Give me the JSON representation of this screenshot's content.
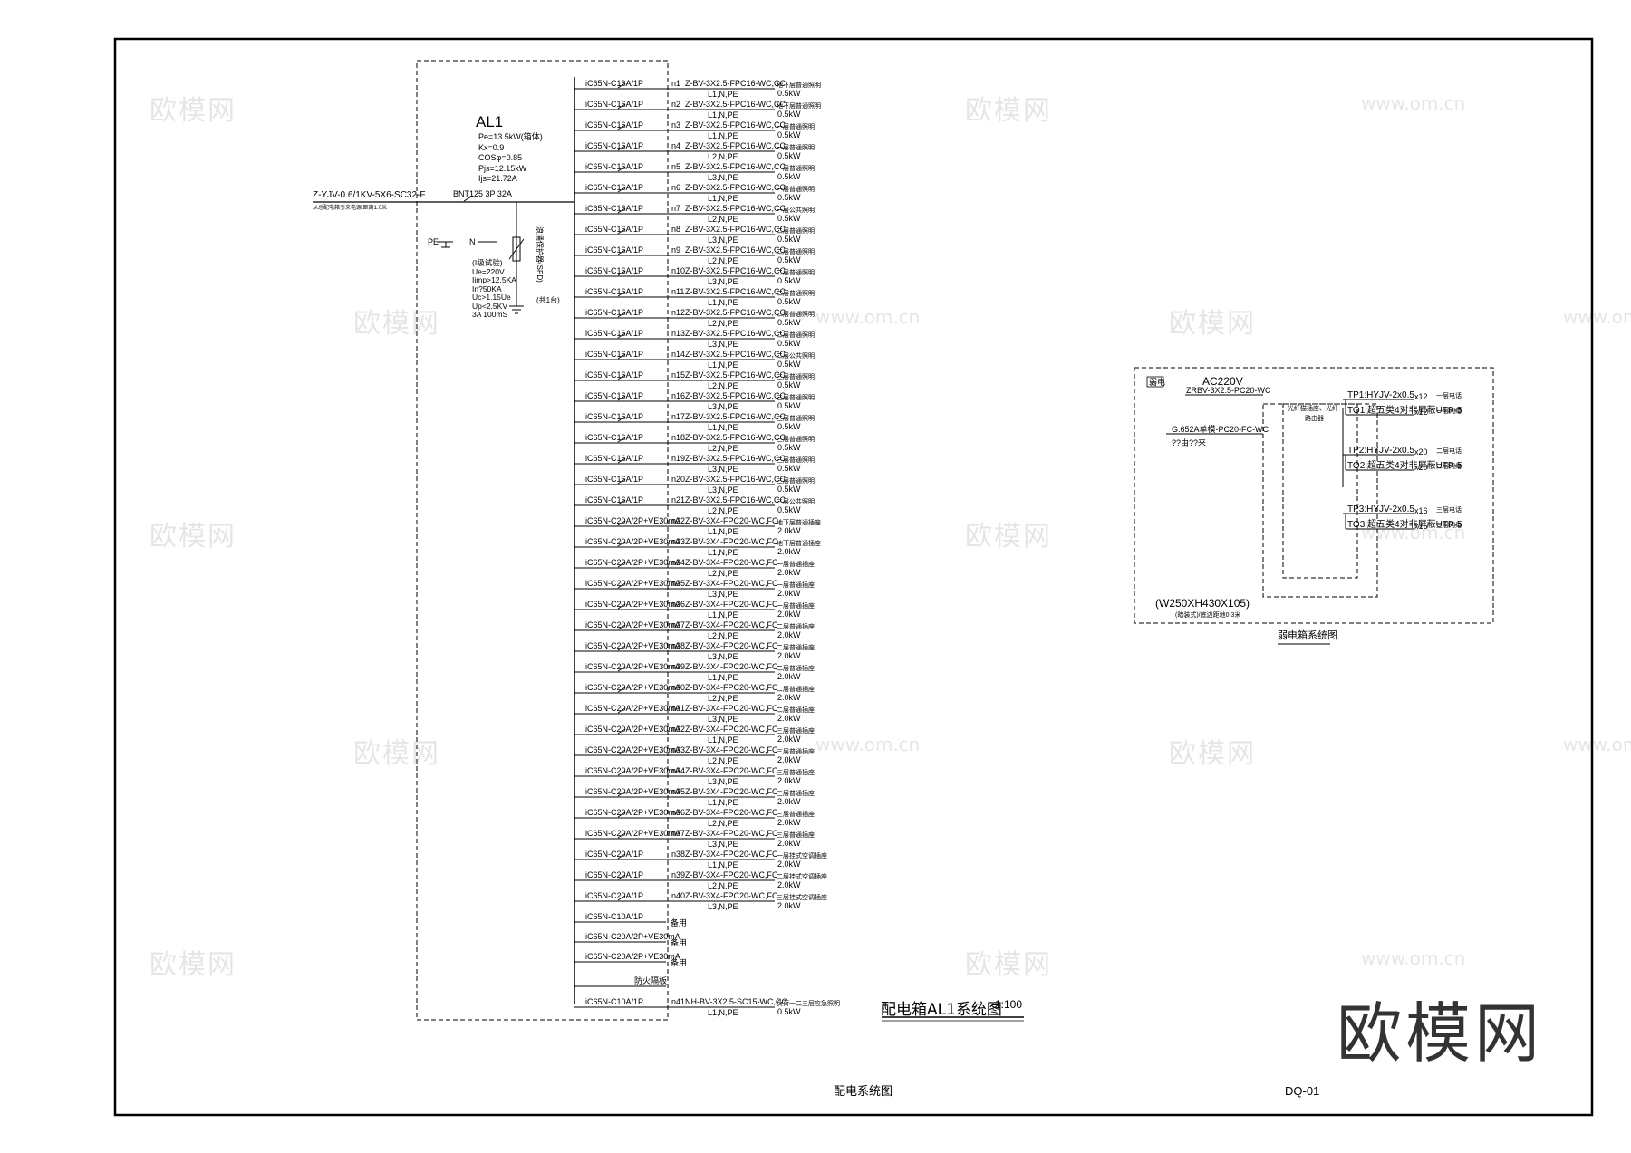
{
  "panel": {
    "name": "AL1",
    "params": [
      "Pe=13.5kW(箱体)",
      "Kx=0.9",
      "COSφ=0.85",
      "Pjs=12.15kW",
      "Ijs=21.72A"
    ],
    "incoming_cable": "Z-YJV-0.6/1KV-5X6-SC32-F",
    "incoming_note": "从总配电箱引来电源,距离1.0米",
    "main_switch": "BNT125 3P 32A",
    "pe_label": "PE",
    "n_label": "N",
    "spd_label": "浪涌保护器(SPD)",
    "spd_params": [
      "(I级试验)",
      "Ue=220V",
      "Iimp>12.5KA",
      "In?50KA",
      "Uc>1.15Ue",
      "Up<2.5KV",
      "3A 100mS"
    ],
    "spd_count": "(共1台)"
  },
  "circuits": [
    {
      "breaker": "iC65N-C16A/1P",
      "id": "n1",
      "cable": "Z-BV-3X2.5-FPC16-WC,CC",
      "phase": "L1,N,PE",
      "use": "地下层普通照明",
      "power": "0.5kW"
    },
    {
      "breaker": "iC65N-C16A/1P",
      "id": "n2",
      "cable": "Z-BV-3X2.5-FPC16-WC,CC",
      "phase": "L1,N,PE",
      "use": "地下层普通照明",
      "power": "0.5kW"
    },
    {
      "breaker": "iC65N-C16A/1P",
      "id": "n3",
      "cable": "Z-BV-3X2.5-FPC16-WC,CC",
      "phase": "L1,N,PE",
      "use": "一层普通照明",
      "power": "0.5kW"
    },
    {
      "breaker": "iC65N-C16A/1P",
      "id": "n4",
      "cable": "Z-BV-3X2.5-FPC16-WC,CC",
      "phase": "L2,N,PE",
      "use": "一层普通照明",
      "power": "0.5kW"
    },
    {
      "breaker": "iC65N-C16A/1P",
      "id": "n5",
      "cable": "Z-BV-3X2.5-FPC16-WC,CC",
      "phase": "L3,N,PE",
      "use": "一层普通照明",
      "power": "0.5kW"
    },
    {
      "breaker": "iC65N-C16A/1P",
      "id": "n6",
      "cable": "Z-BV-3X2.5-FPC16-WC,CC",
      "phase": "L1,N,PE",
      "use": "一层普通照明",
      "power": "0.5kW"
    },
    {
      "breaker": "iC65N-C16A/1P",
      "id": "n7",
      "cable": "Z-BV-3X2.5-FPC16-WC,CC",
      "phase": "L2,N,PE",
      "use": "一层公共照明",
      "power": "0.5kW"
    },
    {
      "breaker": "iC65N-C16A/1P",
      "id": "n8",
      "cable": "Z-BV-3X2.5-FPC16-WC,CC",
      "phase": "L3,N,PE",
      "use": "二层普通照明",
      "power": "0.5kW"
    },
    {
      "breaker": "iC65N-C16A/1P",
      "id": "n9",
      "cable": "Z-BV-3X2.5-FPC16-WC,CC",
      "phase": "L2,N,PE",
      "use": "二层普通照明",
      "power": "0.5kW"
    },
    {
      "breaker": "iC65N-C16A/1P",
      "id": "n10",
      "cable": "Z-BV-3X2.5-FPC16-WC,CC",
      "phase": "L3,N,PE",
      "use": "二层普通照明",
      "power": "0.5kW"
    },
    {
      "breaker": "iC65N-C16A/1P",
      "id": "n11",
      "cable": "Z-BV-3X2.5-FPC16-WC,CC",
      "phase": "L1,N,PE",
      "use": "二层普通照明",
      "power": "0.5kW"
    },
    {
      "breaker": "iC65N-C16A/1P",
      "id": "n12",
      "cable": "Z-BV-3X2.5-FPC16-WC,CC",
      "phase": "L2,N,PE",
      "use": "二层普通照明",
      "power": "0.5kW"
    },
    {
      "breaker": "iC65N-C16A/1P",
      "id": "n13",
      "cable": "Z-BV-3X2.5-FPC16-WC,CC",
      "phase": "L3,N,PE",
      "use": "二层普通照明",
      "power": "0.5kW"
    },
    {
      "breaker": "iC65N-C16A/1P",
      "id": "n14",
      "cable": "Z-BV-3X2.5-FPC16-WC,CC",
      "phase": "L1,N,PE",
      "use": "二层公共照明",
      "power": "0.5kW"
    },
    {
      "breaker": "iC65N-C16A/1P",
      "id": "n15",
      "cable": "Z-BV-3X2.5-FPC16-WC,CC",
      "phase": "L2,N,PE",
      "use": "三层普通照明",
      "power": "0.5kW"
    },
    {
      "breaker": "iC65N-C16A/1P",
      "id": "n16",
      "cable": "Z-BV-3X2.5-FPC16-WC,CC",
      "phase": "L3,N,PE",
      "use": "三层普通照明",
      "power": "0.5kW"
    },
    {
      "breaker": "iC65N-C16A/1P",
      "id": "n17",
      "cable": "Z-BV-3X2.5-FPC16-WC,CC",
      "phase": "L1,N,PE",
      "use": "三层普通照明",
      "power": "0.5kW"
    },
    {
      "breaker": "iC65N-C16A/1P",
      "id": "n18",
      "cable": "Z-BV-3X2.5-FPC16-WC,CC",
      "phase": "L2,N,PE",
      "use": "三层普通照明",
      "power": "0.5kW"
    },
    {
      "breaker": "iC65N-C16A/1P",
      "id": "n19",
      "cable": "Z-BV-3X2.5-FPC16-WC,CC",
      "phase": "L3,N,PE",
      "use": "三层普通照明",
      "power": "0.5kW"
    },
    {
      "breaker": "iC65N-C16A/1P",
      "id": "n20",
      "cable": "Z-BV-3X2.5-FPC16-WC,CC",
      "phase": "L3,N,PE",
      "use": "三层普通照明",
      "power": "0.5kW"
    },
    {
      "breaker": "iC65N-C16A/1P",
      "id": "n21",
      "cable": "Z-BV-3X2.5-FPC16-WC,CC",
      "phase": "L2,N,PE",
      "use": "三层公共照明",
      "power": "0.5kW"
    },
    {
      "breaker": "iC65N-C20A/2P+VE30mA",
      "id": "n22",
      "cable": "Z-BV-3X4-FPC20-WC,FC",
      "phase": "L1,N,PE",
      "use": "地下层普通插座",
      "power": "2.0kW"
    },
    {
      "breaker": "iC65N-C20A/2P+VE30mA",
      "id": "n23",
      "cable": "Z-BV-3X4-FPC20-WC,FC",
      "phase": "L1,N,PE",
      "use": "地下层普通插座",
      "power": "2.0kW"
    },
    {
      "breaker": "iC65N-C20A/2P+VE30mA",
      "id": "n24",
      "cable": "Z-BV-3X4-FPC20-WC,FC",
      "phase": "L2,N,PE",
      "use": "一层普通插座",
      "power": "2.0kW"
    },
    {
      "breaker": "iC65N-C20A/2P+VE30mA",
      "id": "n25",
      "cable": "Z-BV-3X4-FPC20-WC,FC",
      "phase": "L3,N,PE",
      "use": "一层普通插座",
      "power": "2.0kW"
    },
    {
      "breaker": "iC65N-C20A/2P+VE30mA",
      "id": "n26",
      "cable": "Z-BV-3X4-FPC20-WC,FC",
      "phase": "L1,N,PE",
      "use": "一层普通插座",
      "power": "2.0kW"
    },
    {
      "breaker": "iC65N-C20A/2P+VE30mA",
      "id": "n27",
      "cable": "Z-BV-3X4-FPC20-WC,FC",
      "phase": "L2,N,PE",
      "use": "二层普通插座",
      "power": "2.0kW"
    },
    {
      "breaker": "iC65N-C20A/2P+VE30mA",
      "id": "n28",
      "cable": "Z-BV-3X4-FPC20-WC,FC",
      "phase": "L3,N,PE",
      "use": "二层普通插座",
      "power": "2.0kW"
    },
    {
      "breaker": "iC65N-C20A/2P+VE30mA",
      "id": "n29",
      "cable": "Z-BV-3X4-FPC20-WC,FC",
      "phase": "L1,N,PE",
      "use": "二层普通插座",
      "power": "2.0kW"
    },
    {
      "breaker": "iC65N-C20A/2P+VE30mA",
      "id": "n30",
      "cable": "Z-BV-3X4-FPC20-WC,FC",
      "phase": "L2,N,PE",
      "use": "二层普通插座",
      "power": "2.0kW"
    },
    {
      "breaker": "iC65N-C20A/2P+VE30mA",
      "id": "n31",
      "cable": "Z-BV-3X4-FPC20-WC,FC",
      "phase": "L3,N,PE",
      "use": "二层普通插座",
      "power": "2.0kW"
    },
    {
      "breaker": "iC65N-C20A/2P+VE30mA",
      "id": "n32",
      "cable": "Z-BV-3X4-FPC20-WC,FC",
      "phase": "L1,N,PE",
      "use": "三层普通插座",
      "power": "2.0kW"
    },
    {
      "breaker": "iC65N-C20A/2P+VE30mA",
      "id": "n33",
      "cable": "Z-BV-3X4-FPC20-WC,FC",
      "phase": "L2,N,PE",
      "use": "三层普通插座",
      "power": "2.0kW"
    },
    {
      "breaker": "iC65N-C20A/2P+VE30mA",
      "id": "n34",
      "cable": "Z-BV-3X4-FPC20-WC,FC",
      "phase": "L3,N,PE",
      "use": "三层普通插座",
      "power": "2.0kW"
    },
    {
      "breaker": "iC65N-C20A/2P+VE30mA",
      "id": "n35",
      "cable": "Z-BV-3X4-FPC20-WC,FC",
      "phase": "L1,N,PE",
      "use": "三层普通插座",
      "power": "2.0kW"
    },
    {
      "breaker": "iC65N-C20A/2P+VE30mA",
      "id": "n36",
      "cable": "Z-BV-3X4-FPC20-WC,FC",
      "phase": "L2,N,PE",
      "use": "三层普通插座",
      "power": "2.0kW"
    },
    {
      "breaker": "iC65N-C20A/2P+VE30mA",
      "id": "n37",
      "cable": "Z-BV-3X4-FPC20-WC,FC",
      "phase": "L3,N,PE",
      "use": "三层普通插座",
      "power": "2.0kW"
    },
    {
      "breaker": "iC65N-C20A/1P",
      "id": "n38",
      "cable": "Z-BV-3X4-FPC20-WC,FC",
      "phase": "L1,N,PE",
      "use": "一层挂式空调插座",
      "power": "2.0kW"
    },
    {
      "breaker": "iC65N-C20A/1P",
      "id": "n39",
      "cable": "Z-BV-3X4-FPC20-WC,FC",
      "phase": "L2,N,PE",
      "use": "二层挂式空调插座",
      "power": "2.0kW"
    },
    {
      "breaker": "iC65N-C20A/1P",
      "id": "n40",
      "cable": "Z-BV-3X4-FPC20-WC,FC",
      "phase": "L3,N,PE",
      "use": "三层挂式空调插座",
      "power": "2.0kW"
    }
  ],
  "spares": [
    {
      "breaker": "iC65N-C10A/1P",
      "use": "备用"
    },
    {
      "breaker": "iC65N-C20A/2P+VE30mA",
      "use": "备用"
    },
    {
      "breaker": "iC65N-C20A/2P+VE30mA",
      "use": "备用"
    }
  ],
  "fire_note": "防火隔板",
  "last_circuit": {
    "breaker": "iC65N-C10A/1P",
    "id": "n41",
    "cable": "NH-BV-3X2.5-SC15-WC,CC",
    "phase": "L1,N,PE",
    "use": "负荷一二三层应急照明",
    "power": "0.5kW"
  },
  "main_title": "配电箱AL1系统图",
  "main_scale": "1:100",
  "weak_box": {
    "tag": "弱电",
    "ac": "AC220V",
    "ac_cable": "ZRBV-3X2.5-PC20-WC",
    "fiber": "G.652A单模-PC20-FC-WC",
    "fiber_note": "??由??来",
    "device": [
      "光纤猫插座、光纤",
      "路由器"
    ],
    "outputs": [
      {
        "tp": "TP1:HYJV-2x0.5",
        "tpn": "x12",
        "tpu": "一层电话",
        "to": "TO1:超五类4对非屏蔽UTP-5",
        "ton": "x12",
        "tou": "一层网络"
      },
      {
        "tp": "TP2:HYJV-2x0.5",
        "tpn": "x20",
        "tpu": "二层电话",
        "to": "TO2:超五类4对非屏蔽UTP-5",
        "ton": "x20",
        "tou": "二层网络"
      },
      {
        "tp": "TP3:HYJV-2x0.5",
        "tpn": "x16",
        "tpu": "三层电话",
        "to": "TO3:超五类4对非屏蔽UTP-5",
        "ton": "x16",
        "tou": "三层网络"
      }
    ],
    "size": "(W250XH430X105)",
    "size_note": "(暗装式)/底边距地0.3米",
    "title": "弱电箱系统图"
  },
  "sheet_title": "配电系统图",
  "sheet_no": "DQ-01",
  "logo_text": "欧模网",
  "watermarks": [
    "欧模网",
    "www.om.cn"
  ]
}
